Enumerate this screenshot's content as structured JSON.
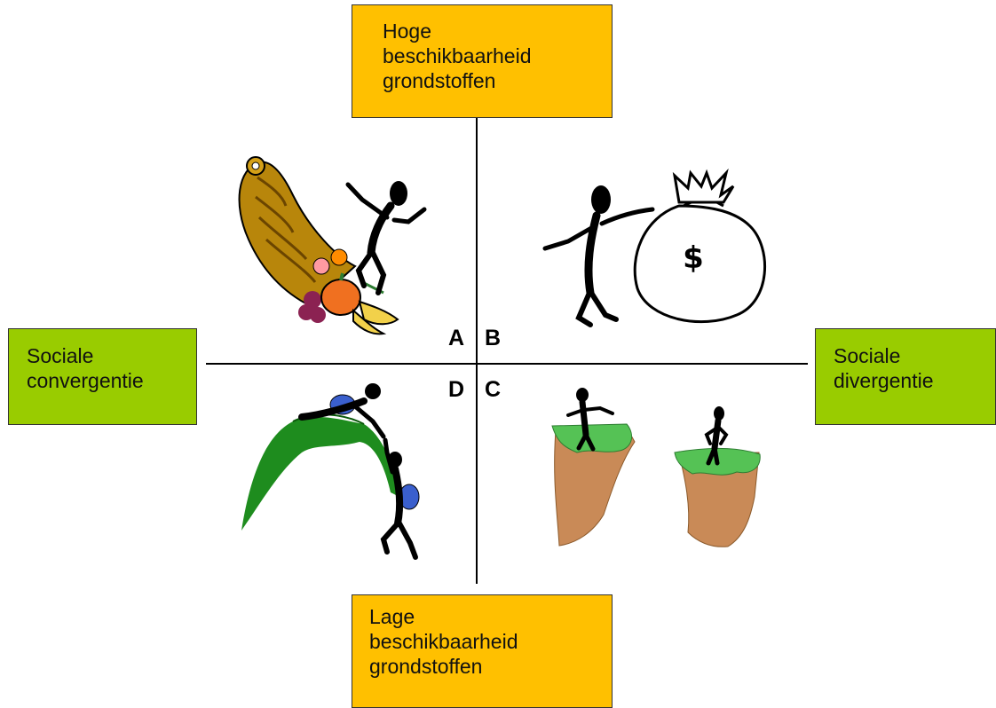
{
  "axes": {
    "top": [
      "Hoge",
      "beschikbaarheid",
      "grondstoffen"
    ],
    "bottom": [
      "Lage",
      "beschikbaarheid",
      "grondstoffen"
    ],
    "left": [
      "Sociale",
      "convergentie"
    ],
    "right": [
      "Sociale",
      "divergentie"
    ]
  },
  "quadrants": {
    "a": "A",
    "b": "B",
    "c": "C",
    "d": "D"
  },
  "bag_symbol": "$",
  "colors": {
    "axis_box_vertical": "#FFC000",
    "axis_box_horizontal": "#99CC00",
    "grass": "#1E8C1E",
    "cliff": "#C98A57"
  }
}
